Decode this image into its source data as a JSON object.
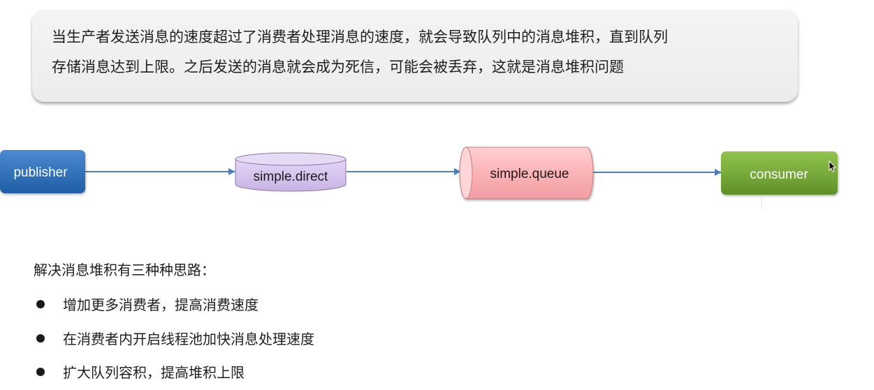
{
  "callout": {
    "line1": "当生产者发送消息的速度超过了消费者处理消息的速度，就会导致队列中的消息堆积，直到队列",
    "line2": "存储消息达到上限。之后发送的消息就会成为死信，可能会被丢弃，这就是消息堆积问题"
  },
  "diagram": {
    "publisher": "publisher",
    "exchange": "simple.direct",
    "queue": "simple.queue",
    "consumer": "consumer",
    "colors": {
      "publisher": "#2e6fb8",
      "exchange": "#d4c2ec",
      "queue": "#fbb9bc",
      "consumer": "#77a83a",
      "arrow": "#4a7fc1"
    }
  },
  "solutions": {
    "title": "解决消息堆积有三种种思路：",
    "items": [
      "增加更多消费者，提高消费速度",
      "在消费者内开启线程池加快消息处理速度",
      "扩大队列容积，提高堆积上限"
    ]
  }
}
